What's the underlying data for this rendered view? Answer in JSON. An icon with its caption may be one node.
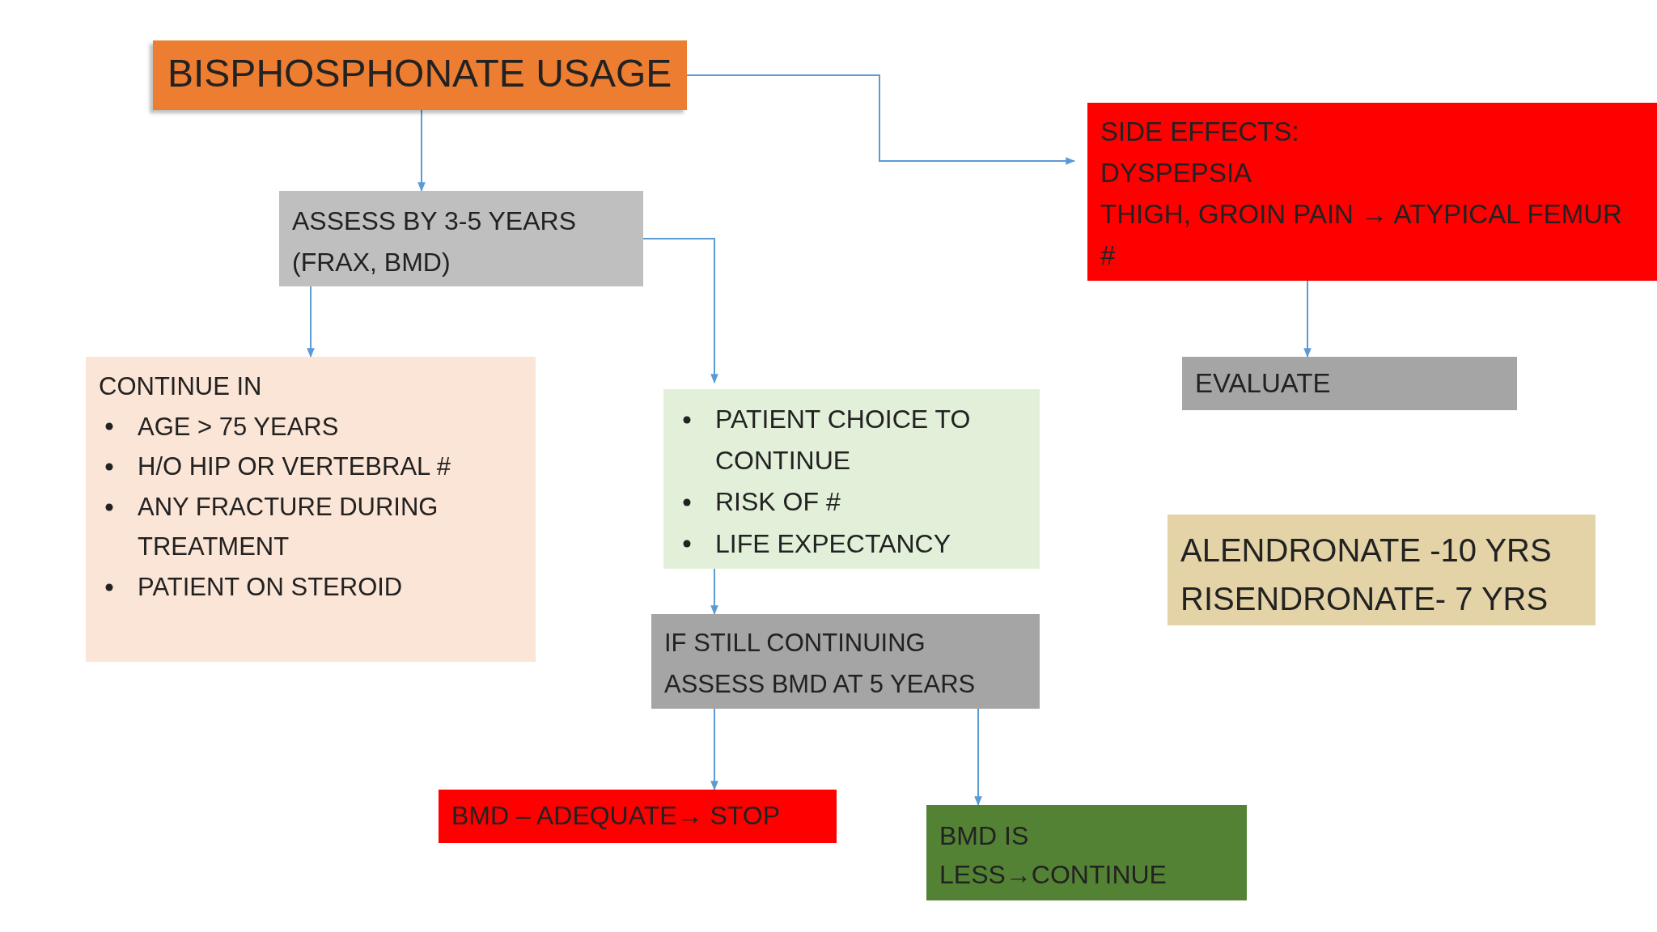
{
  "diagram": {
    "nodes": [
      {
        "text": [
          "BISPHOSPHONATE USAGE"
        ]
      },
      {
        "text": [
          "SIDE EFFECTS:",
          "DYSPEPSIA",
          "THIGH, GROIN PAIN → ATYPICAL FEMUR #"
        ]
      },
      {
        "text": [
          "ASSESS BY 3-5 YEARS (FRAX, BMD)"
        ]
      },
      {
        "text": [
          "EVALUATE"
        ]
      },
      {
        "text": [
          "CONTINUE IN",
          "AGE > 75  YEARS",
          "H/O HIP OR VERTEBRAL #",
          "ANY FRACTURE DURING TREATMENT",
          "PATIENT ON STEROID"
        ]
      },
      {
        "text": [
          "PATIENT CHOICE TO CONTINUE",
          "RISK OF #",
          "LIFE EXPECTANCY"
        ]
      },
      {
        "text": [
          "ALENDRONATE -10 YRS",
          "RISENDRONATE- 7 YRS"
        ]
      },
      {
        "text": [
          "IF STILL CONTINUING ASSESS BMD AT 5 YEARS"
        ]
      },
      {
        "text": [
          "BMD – ADEQUATE→ STOP"
        ]
      },
      {
        "text": [
          "BMD IS LESS→CONTINUE"
        ]
      }
    ],
    "edges": [
      {
        "from": 0,
        "to": 1,
        "arrow": "to"
      },
      {
        "from": 0,
        "to": 2,
        "arrow": "to"
      },
      {
        "from": 2,
        "to": 4,
        "arrow": "to"
      },
      {
        "from": 2,
        "to": 5,
        "arrow": "to"
      },
      {
        "from": 1,
        "to": 3,
        "arrow": "to"
      },
      {
        "from": 5,
        "to": 7,
        "arrow": "to"
      },
      {
        "from": 7,
        "to": 8,
        "arrow": "to"
      },
      {
        "from": 7,
        "to": 9,
        "arrow": "to"
      }
    ]
  }
}
